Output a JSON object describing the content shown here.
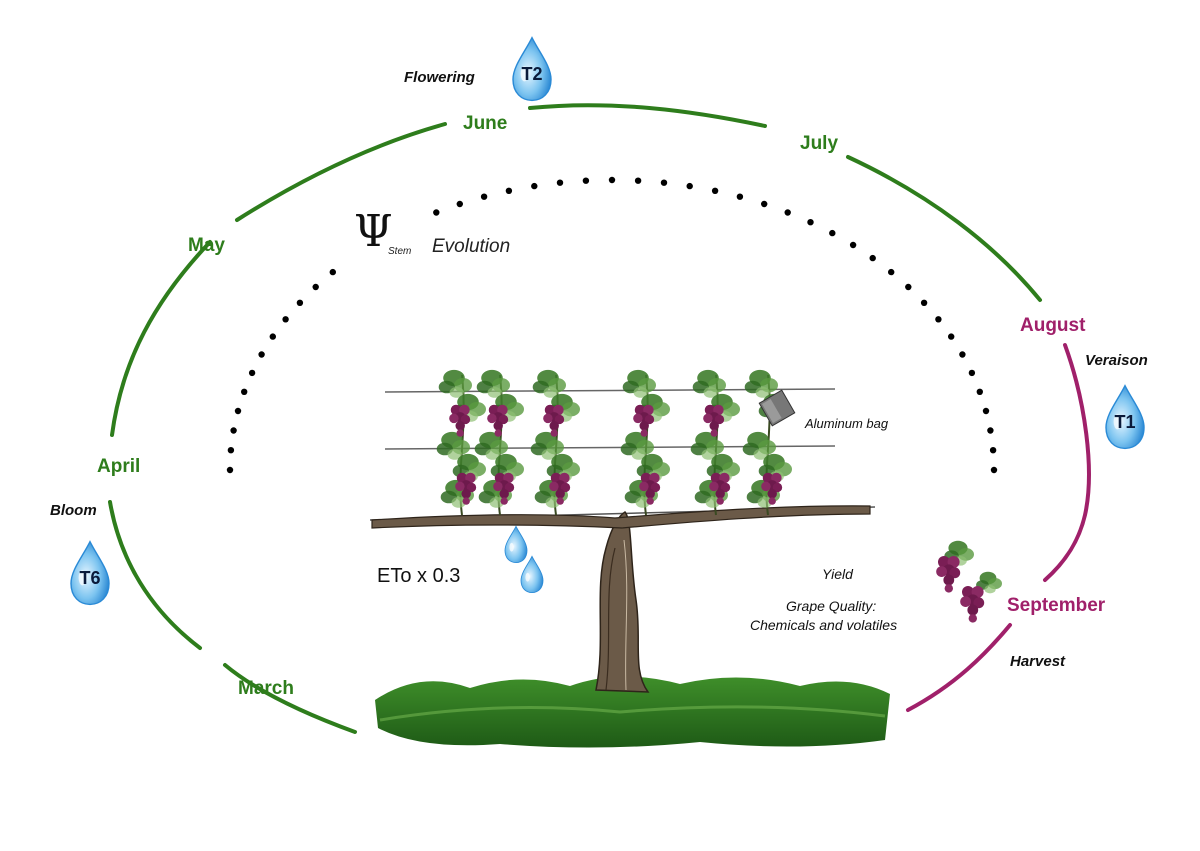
{
  "months": {
    "march": "March",
    "april": "April",
    "may": "May",
    "june": "June",
    "july": "July",
    "august": "August",
    "september": "September"
  },
  "stages": {
    "flowering": "Flowering",
    "veraison": "Veraison",
    "bloom": "Bloom",
    "harvest": "Harvest"
  },
  "treatments": {
    "t2": "T2",
    "t1": "T1",
    "t6": "T6"
  },
  "stem_potential": {
    "symbol": "Ψ",
    "subscript": "Stem",
    "label": "Evolution"
  },
  "vine": {
    "aluminum_bag": "Aluminum bag",
    "eto": "ETo x 0.3",
    "yield": "Yield",
    "quality_line1": "Grape Quality:",
    "quality_line2": "Chemicals and volatiles"
  },
  "colors": {
    "season_green": "#2e7d1c",
    "season_purple": "#a0206a",
    "water_blue": "#3a9ee0"
  }
}
